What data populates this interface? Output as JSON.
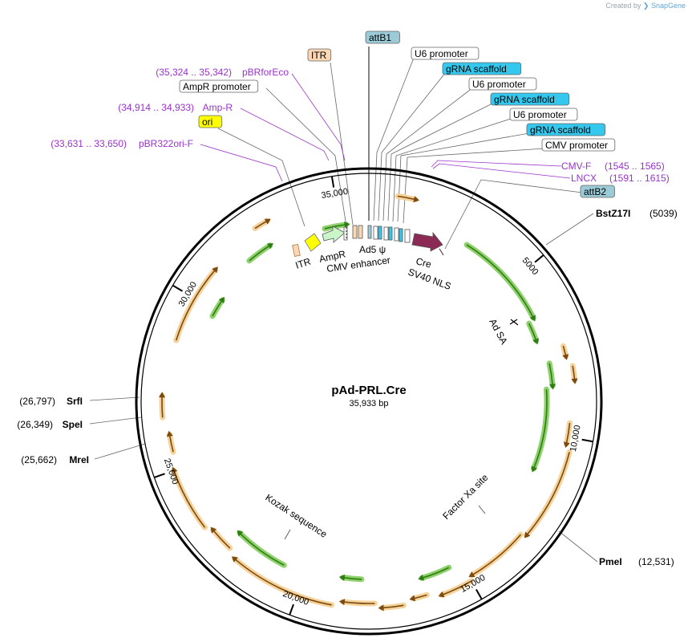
{
  "credit": {
    "prefix": "Created by",
    "brand": "SnapGene"
  },
  "plasmid": {
    "name": "pAd-PRL.Cre",
    "size": "35,933 bp",
    "length": 35933
  },
  "ticks": [
    {
      "bp": 5000,
      "label": "5000"
    },
    {
      "bp": 10000,
      "label": "10,000"
    },
    {
      "bp": 15000,
      "label": "15,000"
    },
    {
      "bp": 20000,
      "label": "20,000"
    },
    {
      "bp": 25000,
      "label": "25,000"
    },
    {
      "bp": 30000,
      "label": "30,000"
    },
    {
      "bp": 35000,
      "label": "35,000"
    }
  ],
  "sites": [
    {
      "name": "BstZ17I",
      "pos": "(5039)",
      "side": "right"
    },
    {
      "name": "PmeI",
      "pos": "(12,531)",
      "side": "right"
    },
    {
      "name": "MreI",
      "pos": "(25,662)",
      "side": "left"
    },
    {
      "name": "SpeI",
      "pos": "(26,349)",
      "side": "left"
    },
    {
      "name": "SrfI",
      "pos": "(26,797)",
      "side": "left"
    }
  ],
  "primers": [
    {
      "name": "pBRforEco",
      "pos": "(35,324 .. 35,342)",
      "side": "left"
    },
    {
      "name": "Amp-R",
      "pos": "(34,914 .. 34,933)",
      "side": "left"
    },
    {
      "name": "pBR322ori-F",
      "pos": "(33,631 .. 33,650)",
      "side": "left"
    },
    {
      "name": "CMV-F",
      "pos": "(1545 .. 1565)",
      "side": "right"
    },
    {
      "name": "LNCX",
      "pos": "(1591 .. 1615)",
      "side": "right"
    }
  ],
  "boxed": [
    {
      "name": "ITR",
      "color": "#fbd7b3"
    },
    {
      "name": "attB1",
      "color": "#9ccbd8"
    },
    {
      "name": "U6 promoter",
      "color": "#ffffff"
    },
    {
      "name": "gRNA scaffold",
      "color": "#35c8ee"
    },
    {
      "name": "U6 promoter",
      "color": "#ffffff"
    },
    {
      "name": "gRNA scaffold",
      "color": "#35c8ee"
    },
    {
      "name": "U6 promoter",
      "color": "#ffffff"
    },
    {
      "name": "gRNA scaffold",
      "color": "#35c8ee"
    },
    {
      "name": "CMV promoter",
      "color": "#ffffff"
    },
    {
      "name": "AmpR promoter",
      "color": "#ffffff"
    },
    {
      "name": "ori",
      "color": "#ffff00"
    },
    {
      "name": "attB2",
      "color": "#9ccbd8"
    }
  ],
  "inner_labels": {
    "itr": "ITR",
    "ampr": "AmpR",
    "cmv_enhancer": "CMV enhancer",
    "ad5": "Ad5 ψ",
    "cre": "Cre",
    "sv40": "SV40 NLS",
    "ad_sa": "Ad SA",
    "factor_xa": "Factor Xa site",
    "kozak": "Kozak sequence"
  },
  "colors": {
    "orf": "#f6d39a",
    "orf_arrow": "#7a4a10",
    "green": "#8fd16c",
    "green_arrow": "#2e7d12",
    "primer": "#9933cc",
    "cre": "#8b2a55",
    "ampr": "#c9f5c9",
    "ori": "#ffff00"
  },
  "orfs": [
    {
      "start": 800,
      "end": 1300
    },
    {
      "start": 7400,
      "end": 7700
    },
    {
      "start": 8000,
      "end": 8400
    },
    {
      "start": 9600,
      "end": 10200
    },
    {
      "start": 10400,
      "end": 13000
    },
    {
      "start": 13100,
      "end": 14900
    },
    {
      "start": 15000,
      "end": 15900
    },
    {
      "start": 16300,
      "end": 16700
    },
    {
      "start": 17000,
      "end": 17600
    },
    {
      "start": 17800,
      "end": 18700
    },
    {
      "start": 19000,
      "end": 22000
    },
    {
      "start": 22300,
      "end": 23000
    },
    {
      "start": 23200,
      "end": 25000
    },
    {
      "start": 25500,
      "end": 26000
    },
    {
      "start": 26500,
      "end": 27100
    },
    {
      "start": 28700,
      "end": 31000
    },
    {
      "start": 32600,
      "end": 33000
    }
  ],
  "greens": [
    {
      "start": 3200,
      "end": 6300
    },
    {
      "start": 6400,
      "end": 7000
    },
    {
      "start": 7800,
      "end": 8500
    },
    {
      "start": 8600,
      "end": 11200
    },
    {
      "start": 15400,
      "end": 16300
    },
    {
      "start": 18200,
      "end": 18800
    },
    {
      "start": 20700,
      "end": 22400
    },
    {
      "start": 29800,
      "end": 30400
    },
    {
      "start": 31900,
      "end": 32700
    },
    {
      "start": 34500,
      "end": 35200
    }
  ]
}
